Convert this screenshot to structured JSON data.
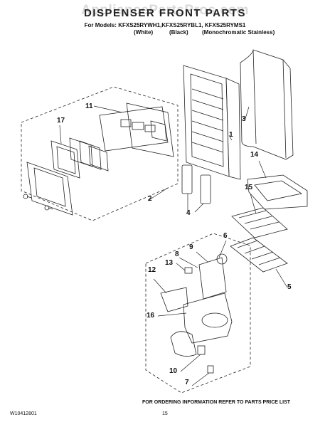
{
  "header": {
    "title": "DISPENSER FRONT PARTS",
    "watermark": "AppliancePartsPros.com",
    "models_line": "For Models: KFXS25RYWH1,KFXS25RYBL1, KFXS25RYMS1",
    "variant_white": "(White)",
    "variant_black": "(Black)",
    "variant_stainless": "(Monochromatic Stainless)"
  },
  "callouts": [
    "1",
    "2",
    "3",
    "4",
    "5",
    "6",
    "7",
    "8",
    "9",
    "10",
    "11",
    "12",
    "13",
    "14",
    "15",
    "16",
    "17"
  ],
  "footer": {
    "doc_number": "W10412801",
    "ordering_note": "FOR ORDERING INFORMATION REFER TO PARTS PRICE LIST",
    "page_number": "15"
  }
}
